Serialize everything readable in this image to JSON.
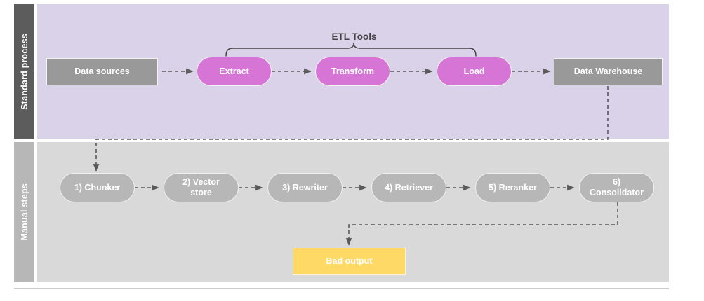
{
  "diagram": {
    "title_visible": false,
    "lanes": [
      {
        "id": "standard",
        "label": "Standard process",
        "band_color": "#5c5c5c",
        "body_color": "#d9d2e9"
      },
      {
        "id": "manual",
        "label": "Manual steps",
        "band_color": "#b7b7b7",
        "body_color": "#d9d9d9"
      }
    ],
    "bracket": {
      "label": "ETL Tools",
      "spans": [
        "Extract",
        "Load"
      ]
    },
    "standard_nodes": [
      {
        "id": "data-sources",
        "label": "Data sources",
        "shape": "rect",
        "style": "gray-box"
      },
      {
        "id": "extract",
        "label": "Extract",
        "shape": "pill",
        "style": "pink-pill"
      },
      {
        "id": "transform",
        "label": "Transform",
        "shape": "pill",
        "style": "pink-pill"
      },
      {
        "id": "load",
        "label": "Load",
        "shape": "pill",
        "style": "pink-pill"
      },
      {
        "id": "data-warehouse",
        "label": "Data Warehouse",
        "shape": "rect",
        "style": "gray-box"
      }
    ],
    "manual_nodes": [
      {
        "id": "chunker",
        "label": "1) Chunker",
        "shape": "pill",
        "style": "gray-pill"
      },
      {
        "id": "vector-store",
        "label": "2) Vector\nstore",
        "shape": "pill",
        "style": "gray-pill"
      },
      {
        "id": "rewriter",
        "label": "3) Rewriter",
        "shape": "pill",
        "style": "gray-pill"
      },
      {
        "id": "retriever",
        "label": "4) Retriever",
        "shape": "pill",
        "style": "gray-pill"
      },
      {
        "id": "reranker",
        "label": "5) Reranker",
        "shape": "pill",
        "style": "gray-pill"
      },
      {
        "id": "consolidator",
        "label": "6)\nConsolidator",
        "shape": "pill",
        "style": "gray-pill"
      }
    ],
    "output_node": {
      "id": "bad-output",
      "label": "Bad output",
      "shape": "rect",
      "style": "yellow-box"
    },
    "colors": {
      "pink": "#d675d6",
      "gray_node": "#b7b7b7",
      "gray_box": "#999999",
      "yellow": "#ffd966",
      "lane_purple": "#d9d2e9",
      "lane_gray": "#d9d9d9",
      "arrow": "#595959",
      "text_dark": "#434343"
    }
  }
}
